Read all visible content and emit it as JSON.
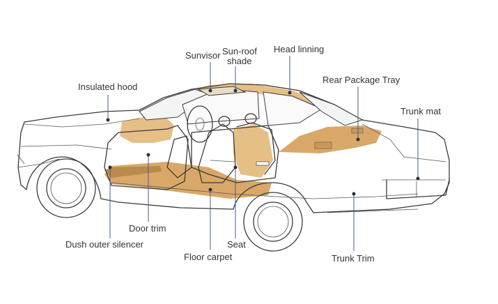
{
  "diagram": {
    "labels": {
      "insulated_hood": "Insulated hood",
      "sunvisor": "Sunvisor",
      "sunroof_line1": "Sun-roof",
      "sunroof_line2": "shade",
      "head_lining": "Head linning",
      "rear_package_tray": "Rear Package Tray",
      "trunk_mat": "Trunk mat",
      "door_trim": "Door trim",
      "dush_outer_silencer": "Dush outer silencer",
      "floor_carpet": "Floor carpet",
      "seat": "Seat",
      "trunk_trim": "Trunk Trim"
    },
    "colors": {
      "leader_line": "#4a5b8c",
      "interior_trim": "#d9a868",
      "outline": "#3a3a3a"
    }
  }
}
